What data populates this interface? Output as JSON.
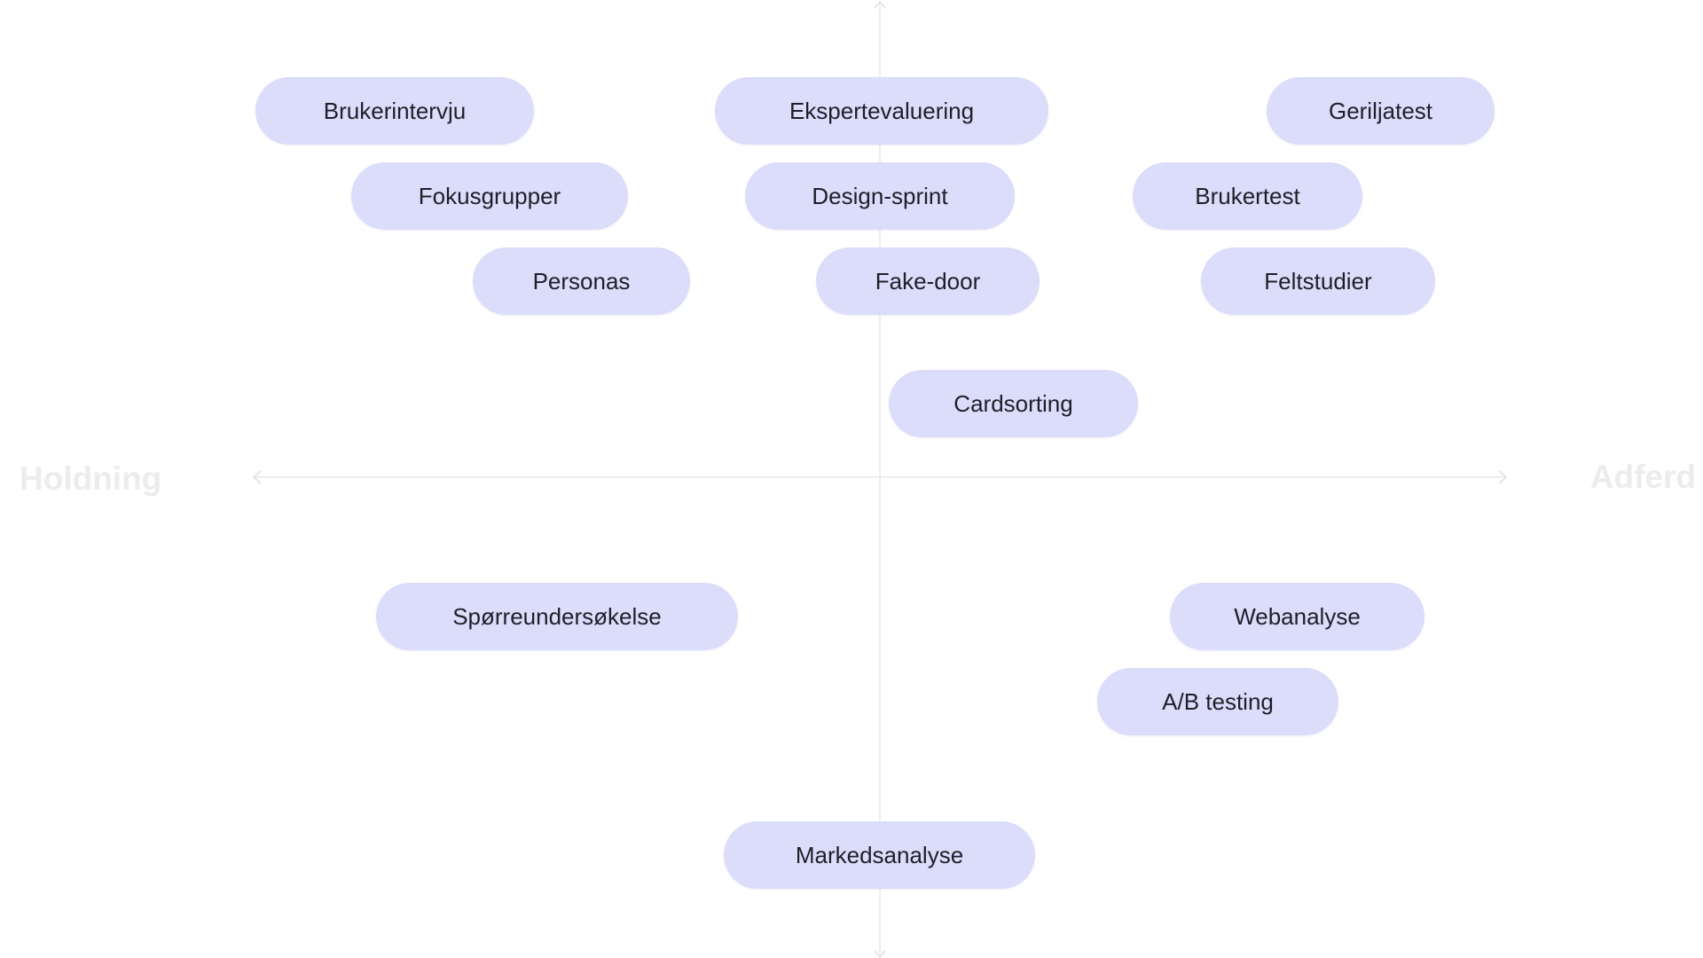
{
  "axes": {
    "horizontal": {
      "left_label": "Holdning",
      "right_label": "Adferd"
    },
    "line_color": "#e8e8e8",
    "label_color": "#ececec"
  },
  "colors": {
    "pill_background": "#dcdcfb",
    "pill_text": "#1f1f2a",
    "page_background": "#ffffff"
  },
  "methods": [
    "Brukerintervju",
    "Ekspertevaluering",
    "Geriljatest",
    "Fokusgrupper",
    "Design-sprint",
    "Brukertest",
    "Personas",
    "Fake-door",
    "Feltstudier",
    "Cardsorting",
    "Spørreundersøkelse",
    "Webanalyse",
    "A/B testing",
    "Markedsanalyse"
  ]
}
